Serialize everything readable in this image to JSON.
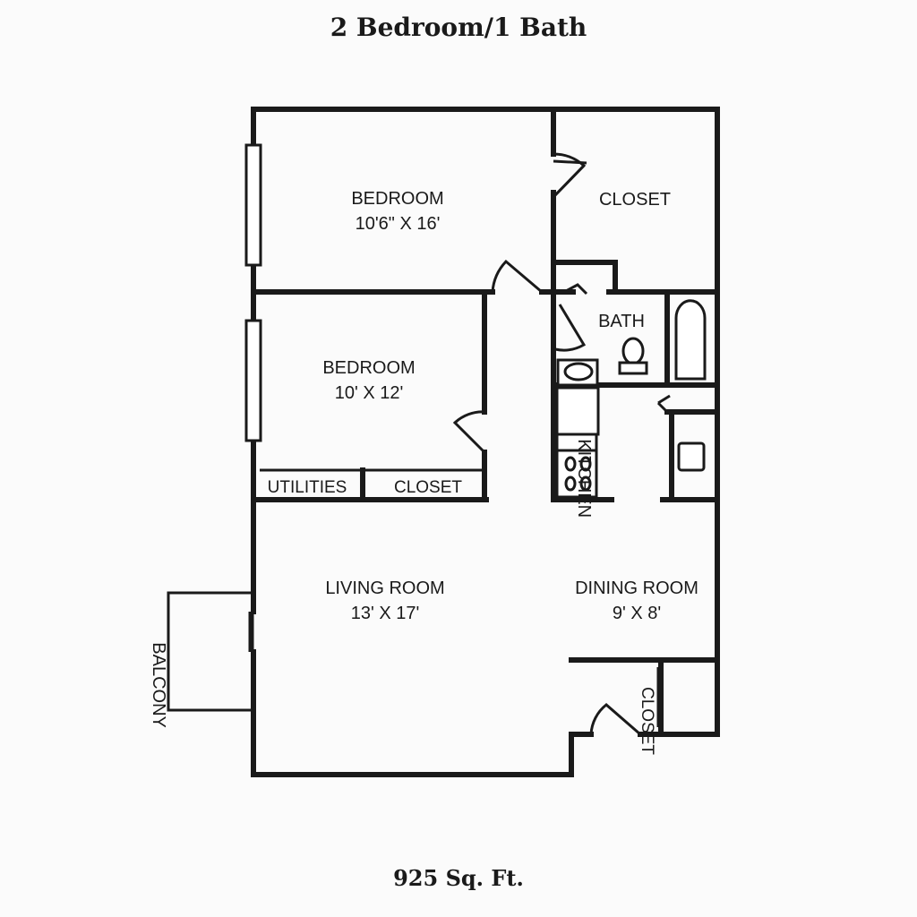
{
  "title": "2 Bedroom/1 Bath",
  "area": "925 Sq. Ft.",
  "rooms": {
    "bedroom1": {
      "name": "BEDROOM",
      "size": "10'6\" X 16'"
    },
    "closet1": {
      "name": "CLOSET"
    },
    "bath": {
      "name": "BATH"
    },
    "bedroom2": {
      "name": "BEDROOM",
      "size": "10' X 12'"
    },
    "kitchen": {
      "name": "KITCHEN"
    },
    "utilities": {
      "name": "UTILITIES"
    },
    "closet2": {
      "name": "CLOSET"
    },
    "living": {
      "name": "LIVING ROOM",
      "size": "13' X 17'"
    },
    "dining": {
      "name": "DINING ROOM",
      "size": "9' X 8'"
    },
    "balcony": {
      "name": "BALCONY"
    },
    "closet3": {
      "name": "CLOSET"
    }
  }
}
